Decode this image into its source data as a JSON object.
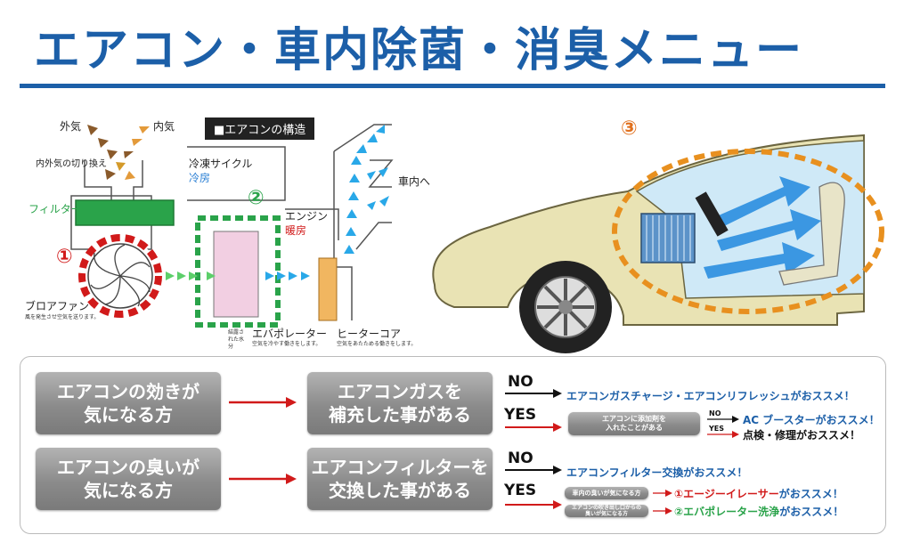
{
  "title": "エアコン・車内除菌・消臭メニュー",
  "diagram": {
    "structure_label": "■エアコンの構造",
    "outside_air": "外気",
    "inside_air": "内気",
    "air_switch": "内外気の切り換え",
    "filter": "フィルター",
    "blower_fan": "ブロアファン",
    "blower_desc": "風を発生させ空気を送ります。",
    "refrigeration_cycle": "冷凍サイクル",
    "cooling": "冷房",
    "engine": "エンジン",
    "heating": "暖房",
    "to_cabin": "車内へ",
    "evaporator": "エバポレーター",
    "evaporator_desc": "空気を冷やす働きをします。",
    "moisture_note": "結露された水分",
    "heater_core": "ヒーターコア",
    "heater_desc": "空気をあたためる働きをします。",
    "num1": "①",
    "num2": "②",
    "num3": "③"
  },
  "flow": {
    "row1": {
      "condition": [
        "エアコンの効きが",
        "気になる方"
      ],
      "question": [
        "エアコンガスを",
        "補充した事がある"
      ],
      "no_label": "NO",
      "no_result": "エアコンガスチャージ・エアコンリフレッシュがおススメ！",
      "yes_label": "YES",
      "sub_question": [
        "エアコンに添加剤を",
        "入れたことがある"
      ],
      "sub_no_label": "NO",
      "sub_no_result": "AC ブースターがおススメ！",
      "sub_yes_label": "YES",
      "sub_yes_result": "点検・修理がおススメ！"
    },
    "row2": {
      "condition": [
        "エアコンの臭いが",
        "気になる方"
      ],
      "question": [
        "エアコンフィルターを",
        "交換した事がある"
      ],
      "no_label": "NO",
      "no_result": "エアコンフィルター交換がおススメ！",
      "yes_label": "YES",
      "sub1": "車内の臭いが気になる方",
      "sub1_result_num": "①",
      "sub1_result": "エージーイレーサー",
      "sub1_suffix": "がおススメ！",
      "sub2": [
        "エアコンの吹き出し口からの",
        "臭いが気になる方"
      ],
      "sub2_result_num": "②",
      "sub2_result": "エバポレーター洗浄",
      "sub2_suffix": "がおススメ！"
    }
  },
  "colors": {
    "brand_blue": "#1c5fa8",
    "green": "#2aa34a",
    "red": "#d11a1a",
    "orange": "#e8901f",
    "cyan": "#29a8e8"
  }
}
